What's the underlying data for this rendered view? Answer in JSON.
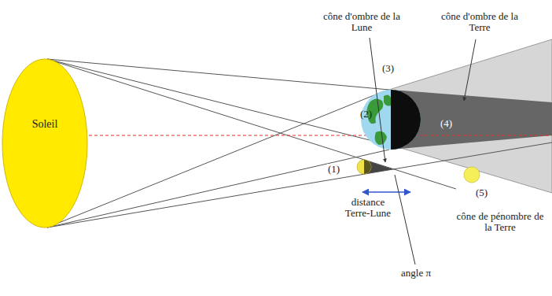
{
  "diagram": {
    "nodes": [
      {
        "text": [
          "Soleil"
        ]
      }
    ],
    "labels": [
      "cône d'ombre de la Lune",
      "(3)",
      "cône d'ombre de la Terre",
      "(2)",
      "(4)",
      "(1)",
      "distance Terre-Lune",
      "(5)",
      "cône de pénombre de la Terre",
      "angle π"
    ]
  }
}
